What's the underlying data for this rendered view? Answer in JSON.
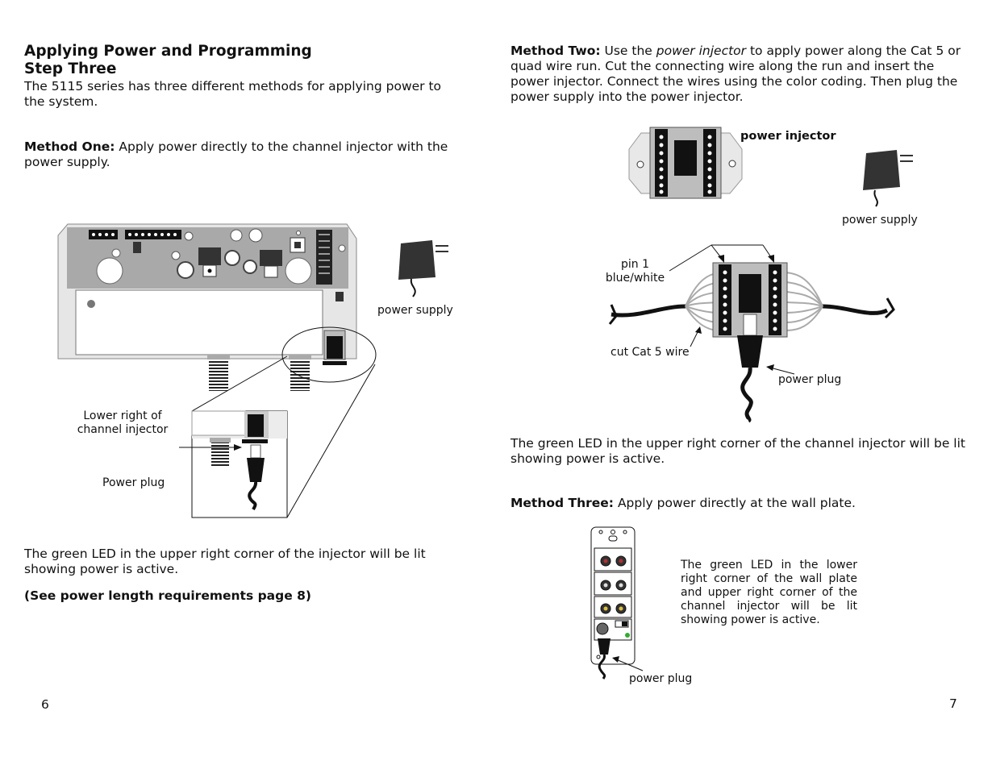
{
  "left_page": {
    "heading_line1": "Applying Power and Programming",
    "heading_line2": "Step Three",
    "intro": "The 5115 series has three different methods for applying power to the system.",
    "method_one_label": "Method One:",
    "method_one_text": "Apply power directly to the channel injector with the power supply.",
    "label_power_supply": "power supply",
    "label_lower_right_line1": "Lower right of",
    "label_lower_right_line2": "channel injector",
    "label_power_plug": "Power plug",
    "led_note": "The green LED in the upper right corner of the injector will be lit showing power is active.",
    "see_note": "(See power length requirements page 8)",
    "page_number": "6"
  },
  "right_page": {
    "method_two_label": "Method Two:",
    "method_two_pre": "Use the",
    "method_two_italic": "power injector",
    "method_two_post": "to apply power along the Cat 5 or quad wire run. Cut the connecting wire along the run and insert the power injector. Connect the wires using the color coding. Then plug the power supply into the power injector.",
    "label_power_injector": "power injector",
    "label_power_supply": "power supply",
    "label_pin1_line1": "pin 1",
    "label_pin1_line2": "blue/white",
    "label_cut_wire": "cut Cat 5 wire",
    "label_power_plug": "power plug",
    "led_note": "The green LED in the upper right corner of the channel injector will be lit showing power is active.",
    "method_three_label": "Method Three:",
    "method_three_text": "Apply power directly at the wall plate.",
    "wallplate_note": "The green LED in the lower right corner of the wall plate and upper right corner of the channel injector will be lit showing power is active.",
    "label_power_plug_2": "power plug",
    "page_number": "7"
  }
}
